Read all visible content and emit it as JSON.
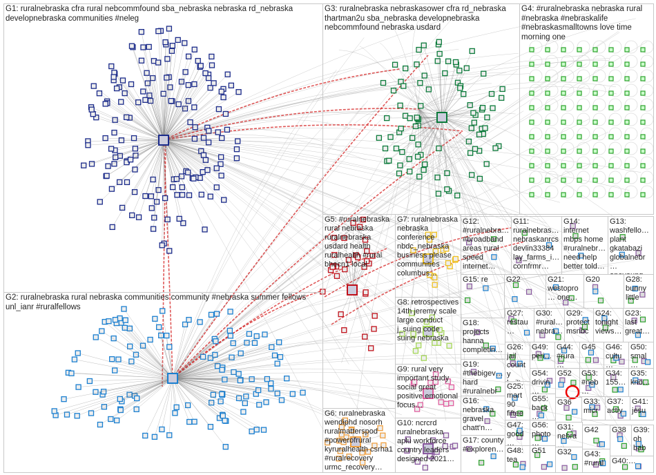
{
  "title": "NodeXL network graph - ruralnebraska",
  "colors": {
    "box_border": "#c8c8c8",
    "edge": "#9a9a9a",
    "edge_red": "#d42020",
    "G1": "#1a2a8a",
    "G2": "#1a7fd0",
    "G3": "#0b7a3a",
    "G4": "#2aa12a",
    "G5": "#c0101a",
    "G6": "#f0a040",
    "G7": "#f0c020",
    "G8": "#a6d85a",
    "G9": "#e060a0",
    "G10": "#8a5aa0"
  },
  "groups": [
    {
      "id": "G1",
      "text": "G1: ruralnebraska cfra rural nebcommfound sba_nebraska nebraska rd_nebraska developnebraska communities #neleg"
    },
    {
      "id": "G2",
      "text": "G2: ruralnebraska rural nebraska communities community #nebraska summer fellows unl_ianr #ruralfellows"
    },
    {
      "id": "G3",
      "text": "G3: ruralnebraska nebraskasower cfra rd_nebraska thartman2u sba_nebraska developnebraska nebcommfound nebraska usdard"
    },
    {
      "id": "G4",
      "text": "G4: #ruralnebraska nebraska rural #nebraska #nebraskalife #nebraskasmalltowns love time morning one"
    },
    {
      "id": "G5",
      "text": "G5: #ruralnebraska rural nebraska ruralnebraska usdard health ruralhealth #rural bhecn1 local"
    },
    {
      "id": "G6",
      "text": "G6: ruralnebraska wendiphd nosorh ruralmatterspod #powerofrural kyruralhealth csrha1 #ruralrecovery urmc_recovery…"
    },
    {
      "id": "G7",
      "text": "G7: ruralnebraska nebraska conference nbdc_nebraska business please communities columbus…"
    },
    {
      "id": "G8",
      "text": "G8: retrospectives 14th jeremy scale large conduct j_suing code suing nebraska"
    },
    {
      "id": "G9",
      "text": "G9: rural very important study social great positive emotional focus…"
    },
    {
      "id": "G10",
      "text": "G10: ncrcrd ruralnebraska aplu workforce country leaders designed 2021…"
    },
    {
      "id": "G12",
      "text": "G12: #ruralnebra… #broadband areas rural speed internet…"
    },
    {
      "id": "G11",
      "text": "G11: ruralnebras… nebraskanrcs devlin33384 lay_farms_i… cornfrmr…"
    },
    {
      "id": "G14",
      "text": "G14: internet mbps home #ruralnebr… need help better told…"
    },
    {
      "id": "G13",
      "text": "G13: washfello… plant gkatabazi globalnebr… oneyoung…"
    },
    {
      "id": "G15",
      "text": "G15: re"
    },
    {
      "id": "G22",
      "text": "G22"
    },
    {
      "id": "G21",
      "text": "G21: westopro… one…"
    },
    {
      "id": "G20",
      "text": "G20"
    },
    {
      "id": "G28",
      "text": "G28: bunny little"
    },
    {
      "id": "G18",
      "text": "G18: projects hanna completin…"
    },
    {
      "id": "G27",
      "text": "G27: restau…"
    },
    {
      "id": "G30",
      "text": "G30: #rural… nebra…"
    },
    {
      "id": "G29",
      "text": "G29: protect msnbc"
    },
    {
      "id": "G24",
      "text": "G24: tonight views…"
    },
    {
      "id": "G23",
      "text": "G23: last great…"
    },
    {
      "id": "G19",
      "text": "G19: #thebigev… hard #ruralnebr…"
    },
    {
      "id": "G26",
      "text": "G26: jail county built…"
    },
    {
      "id": "G49",
      "text": "G49: peri…"
    },
    {
      "id": "G44",
      "text": "G44: #rura…"
    },
    {
      "id": "G45",
      "text": "G45"
    },
    {
      "id": "G46",
      "text": "G46: cultu…"
    },
    {
      "id": "G50",
      "text": "G50: smal…"
    },
    {
      "id": "G25",
      "text": "G25: mart 90 fiftee…"
    },
    {
      "id": "G54",
      "text": "G54: drivin…"
    },
    {
      "id": "G52",
      "text": "G52"
    },
    {
      "id": "G53",
      "text": "G53: #neb…"
    },
    {
      "id": "G34",
      "text": "G34: 155…"
    },
    {
      "id": "G35",
      "text": "G35: kno…"
    },
    {
      "id": "G16",
      "text": "G16: nebraska gravel chatt'n…"
    },
    {
      "id": "G55",
      "text": "G55: back…"
    },
    {
      "id": "G36",
      "text": "G36"
    },
    {
      "id": "G33",
      "text": "G33: micr…"
    },
    {
      "id": "G37",
      "text": "G37: activ…"
    },
    {
      "id": "G41",
      "text": "G41: jesu…"
    },
    {
      "id": "G47",
      "text": "G47: good…"
    },
    {
      "id": "G56",
      "text": "G56: photo…"
    },
    {
      "id": "G31",
      "text": "G31: nebra…"
    },
    {
      "id": "G42",
      "text": "G42"
    },
    {
      "id": "G38",
      "text": "G38"
    },
    {
      "id": "G39",
      "text": "G39: oh bab…"
    },
    {
      "id": "G17",
      "text": "G17: county #exploren…"
    },
    {
      "id": "G48",
      "text": "G48: tea"
    },
    {
      "id": "G51",
      "text": "G51"
    },
    {
      "id": "G32",
      "text": "G32"
    },
    {
      "id": "G43",
      "text": "G43: #rural…"
    },
    {
      "id": "G40",
      "text": "G40:…"
    }
  ]
}
